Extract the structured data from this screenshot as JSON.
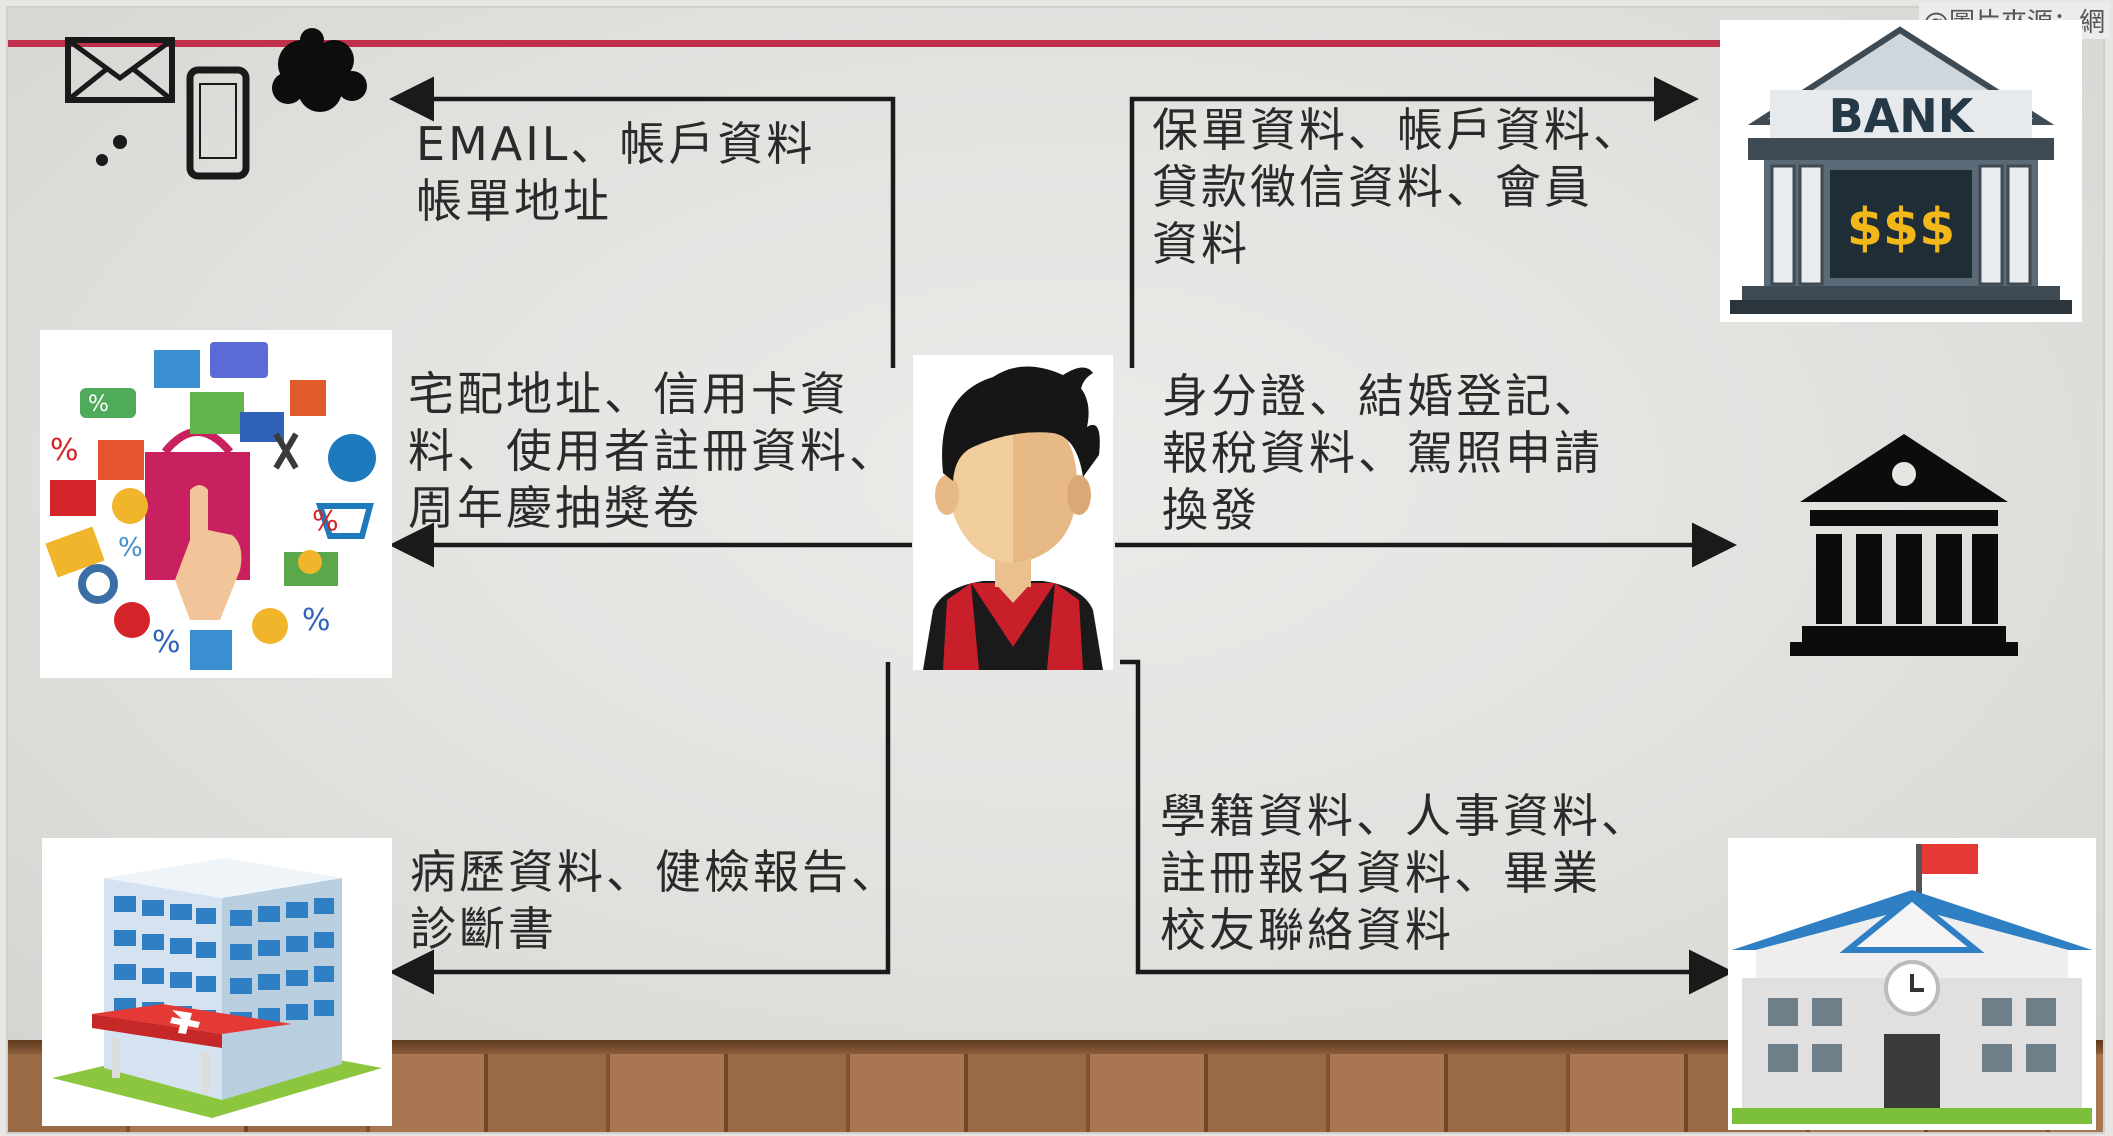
{
  "credit": "@圖片來源：網",
  "center_person": "person-avatar",
  "branches": [
    {
      "id": "email",
      "lines": [
        "EMAIL、帳戶資料",
        "帳單地址"
      ],
      "target_icon": "mail-phone-icon"
    },
    {
      "id": "shopping",
      "lines": [
        "宅配地址、信用卡資",
        "料、使用者註冊資料、",
        "周年慶抽獎卷"
      ],
      "target_icon": "shopping-icon"
    },
    {
      "id": "hospital",
      "lines": [
        "病歷資料、健檢報告、",
        "診斷書"
      ],
      "target_icon": "hospital-icon"
    },
    {
      "id": "bank",
      "lines": [
        "保單資料、帳戶資料、",
        "貸款徵信資料、會員",
        "資料"
      ],
      "target_icon": "bank-icon",
      "bank_sign": "BANK",
      "bank_money": "$$$"
    },
    {
      "id": "government",
      "lines": [
        "身分證、結婚登記、",
        "報稅資料、駕照申請",
        "換發"
      ],
      "target_icon": "government-building-icon"
    },
    {
      "id": "school",
      "lines": [
        "學籍資料、人事資料、",
        "註冊報名資料、畢業",
        "校友聯絡資料"
      ],
      "target_icon": "school-icon"
    }
  ],
  "colors": {
    "accent_line": "#c0304a",
    "arrow": "#1a1a1a",
    "bank_text": "#f2b81a"
  }
}
